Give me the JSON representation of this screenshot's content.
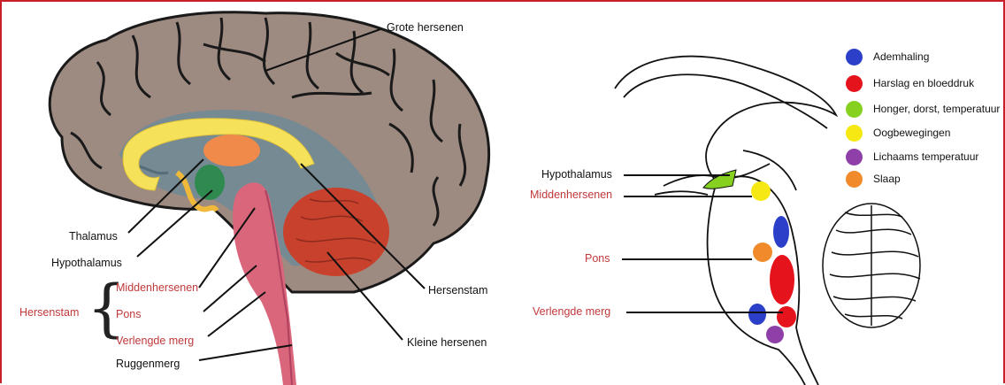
{
  "left_labels": {
    "cerebrum": "Grote hersenen",
    "thalamus": "Thalamus",
    "hypothalamus": "Hypothalamus",
    "brainstem_group": "Hersenstam",
    "midbrain": "Middenhersenen",
    "pons": "Pons",
    "medulla": "Verlengde merg",
    "spinal_cord": "Ruggenmerg",
    "brainstem": "Hersenstam",
    "cerebellum": "Kleine hersenen"
  },
  "right_labels": {
    "hypothalamus": "Hypothalamus",
    "midbrain": "Middenhersenen",
    "pons": "Pons",
    "medulla": "Verlengde merg"
  },
  "legend": [
    {
      "label": "Ademhaling",
      "color": "#2b3fc9"
    },
    {
      "label": "Harslag en bloeddruk",
      "color": "#e5141c"
    },
    {
      "label": "Honger, dorst, temperatuur",
      "color": "#86d11f"
    },
    {
      "label": "Oogbewegingen",
      "color": "#f6e812"
    },
    {
      "label": "Lichaams temperatuur",
      "color": "#8e3fa8"
    },
    {
      "label": "Slaap",
      "color": "#f08a2a"
    }
  ],
  "colors": {
    "frame": "#c8202a",
    "label_red": "#c0393b",
    "cortex": "#9d8a80",
    "cortex_outline": "#1a1a1a",
    "corpus_callosum": "#f5e15a",
    "thalamus": "#f08a4a",
    "hypothalamus": "#2e8a4e",
    "brainstem": "#d9667a",
    "cerebellum": "#c8412d",
    "ventricle": "#6a8a9a"
  }
}
